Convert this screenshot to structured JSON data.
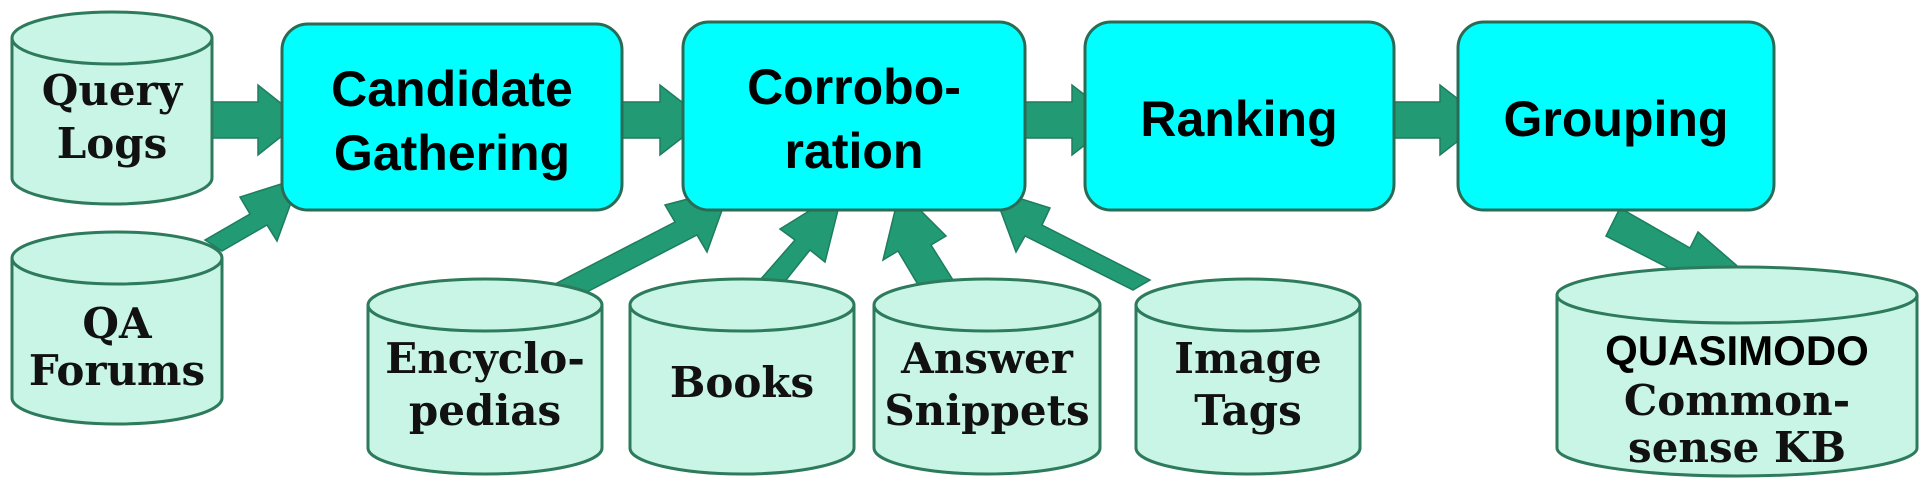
{
  "sources": {
    "query_logs": [
      "Query",
      "Logs"
    ],
    "qa_forums": [
      "QA",
      "Forums"
    ],
    "encyclopedias": [
      "Encyclo-",
      "pedias"
    ],
    "books": [
      "Books"
    ],
    "answer_snippets": [
      "Answer",
      "Snippets"
    ],
    "image_tags": [
      "Image",
      "Tags"
    ]
  },
  "steps": {
    "candidate_gathering": [
      "Candidate",
      "Gathering"
    ],
    "corroboration": [
      "Corrobo-",
      "ration"
    ],
    "ranking": [
      "Ranking"
    ],
    "grouping": [
      "Grouping"
    ]
  },
  "output_kb": {
    "title": "QUASIMODO",
    "lines": [
      "Common-",
      "sense KB"
    ]
  },
  "colors": {
    "step_fill": "#00ffff",
    "source_fill": "#c8f5e6",
    "arrow": "#229a74"
  }
}
